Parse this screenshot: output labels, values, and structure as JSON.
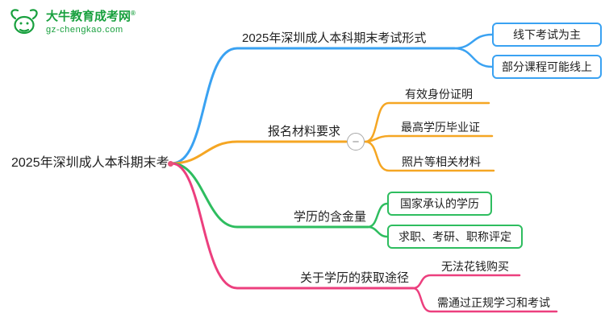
{
  "logo": {
    "title": "大牛教育成考网",
    "registered": "®",
    "url": "gz-chengkao.com",
    "color": "#18a03e"
  },
  "root": {
    "label": "2025年深圳成人本科期末考"
  },
  "branches": [
    {
      "label": "2025年深圳成人本科期末考试形式",
      "color": "#3aa2f2",
      "children": [
        {
          "label": "线下考试为主"
        },
        {
          "label": "部分课程可能线上"
        }
      ]
    },
    {
      "label": "报名材料要求",
      "color": "#f5a623",
      "collapse_icon": "−",
      "children": [
        {
          "label": "有效身份证明"
        },
        {
          "label": "最高学历毕业证"
        },
        {
          "label": "照片等相关材料"
        }
      ]
    },
    {
      "label": "学历的含金量",
      "color": "#2ebd5f",
      "children": [
        {
          "label": "国家承认的学历"
        },
        {
          "label": "求职、考研、职称评定"
        }
      ]
    },
    {
      "label": "关于学历的获取途径",
      "color": "#ec3f7e",
      "children": [
        {
          "label": "无法花钱购买"
        },
        {
          "label": "需通过正规学习和考试"
        }
      ]
    }
  ]
}
